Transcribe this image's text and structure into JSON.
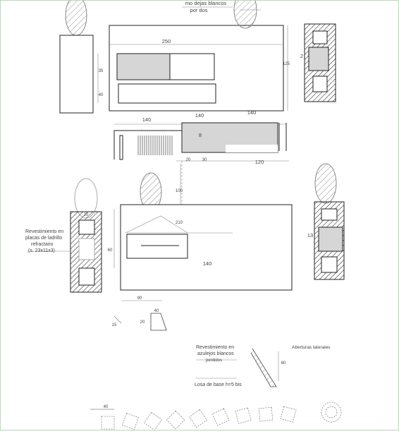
{
  "labels": {
    "top_note_line1": "mo dejas blancos",
    "top_note_line2": "por dos",
    "top_width": "250",
    "top_height": "125",
    "top_left_dim": "35",
    "top_left_dim2": "40",
    "top_right_dim": "2",
    "strip_dim_a": "140",
    "strip_dim_b": "140",
    "strip_dim_c": "140",
    "strip_below_a": "20",
    "strip_below_b": "30",
    "strip_below_c": "120",
    "strip_mid": "8",
    "mid_dim_vertical": "100",
    "mid_width": "210",
    "mid_inner": "140",
    "mid_left_dim": "60",
    "mid_right_dim": "13",
    "left_note_line1": "Revestimiento en",
    "left_note_line2": "placas de ladrillo",
    "left_note_line3": "refractario",
    "left_note_line4": "(s. 23x11x3)",
    "left_dim_20": "20",
    "small_dim_90": "90",
    "small_dim_40": "40",
    "small_dim_20": "20",
    "small_dim_15": "15",
    "rev_note_line1": "Revestimiento en",
    "rev_note_line2": "azulejos blancos",
    "rev_note_line3": "perdidos",
    "aberturas": "Aberturas laterales",
    "base_note": "Losa de base h=5 bis",
    "side_dim_60": "60",
    "bottom_dim_40": "40"
  },
  "colors": {
    "line": "#222222",
    "gray_fill": "#d6d6d6",
    "hatch": "#333333",
    "frame": "#b8d8b8"
  }
}
